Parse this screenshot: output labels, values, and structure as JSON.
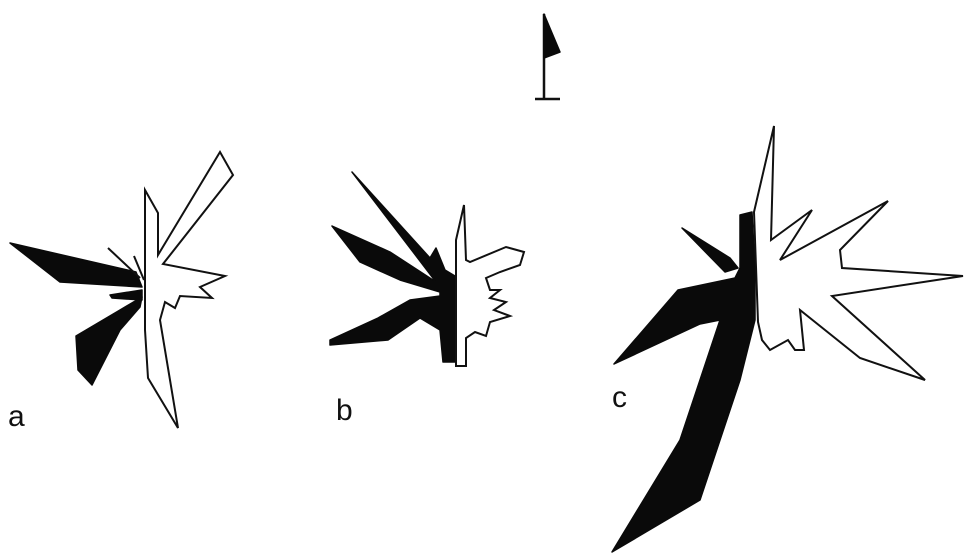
{
  "figure": {
    "panels": [
      {
        "id": "a",
        "label": "a"
      },
      {
        "id": "b",
        "label": "b"
      },
      {
        "id": "c",
        "label": "c"
      }
    ],
    "north_marker": {
      "icon": "north-flag-icon"
    },
    "colors": {
      "ink": "#0a0a0a",
      "paper": "#ffffff"
    }
  }
}
